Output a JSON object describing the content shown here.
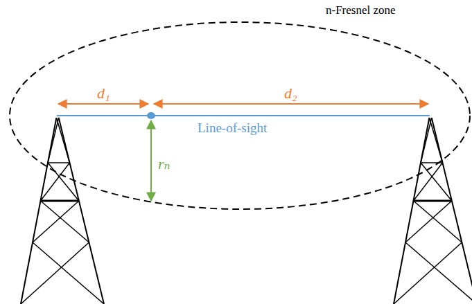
{
  "diagram": {
    "labels": [
      "n-Fresnel zone",
      "d₁",
      "d₂",
      "Line-of-sight",
      "rₙ"
    ]
  }
}
